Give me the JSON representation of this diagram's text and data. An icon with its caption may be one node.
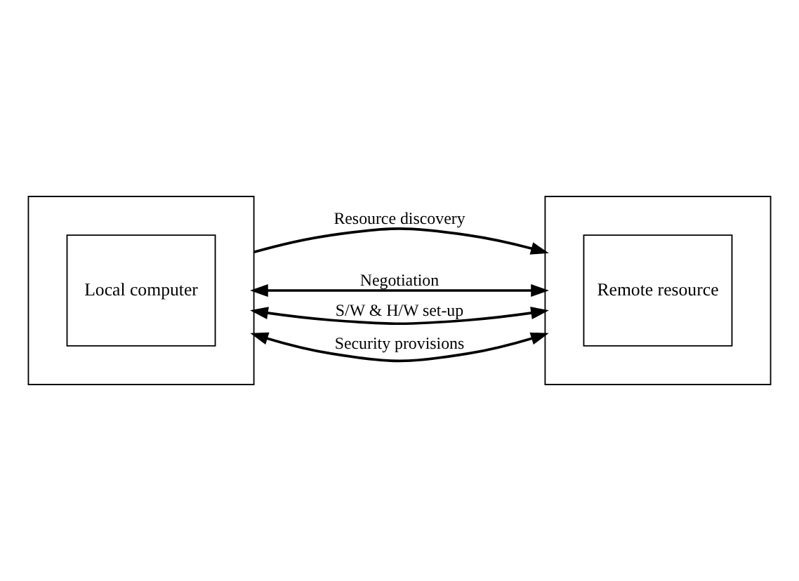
{
  "diagram": {
    "nodes": [
      {
        "text": [],
        "shape": "box"
      },
      {
        "text": [
          "Local computer"
        ],
        "in": 0
      },
      {
        "text": [],
        "shape": "box"
      },
      {
        "text": [
          "Remote resource"
        ],
        "in": 2
      }
    ],
    "edges": [
      {
        "from": 0,
        "to": 2,
        "arrow": "to",
        "label": "Resource discovery"
      },
      {
        "from": 0,
        "to": 2,
        "arrow": "both",
        "label": "Negotiation"
      },
      {
        "from": 0,
        "to": 2,
        "arrow": "both",
        "label": "S/W & H/W set-up"
      },
      {
        "from": 0,
        "to": 2,
        "arrow": "both",
        "label": "Security provisions"
      }
    ]
  }
}
